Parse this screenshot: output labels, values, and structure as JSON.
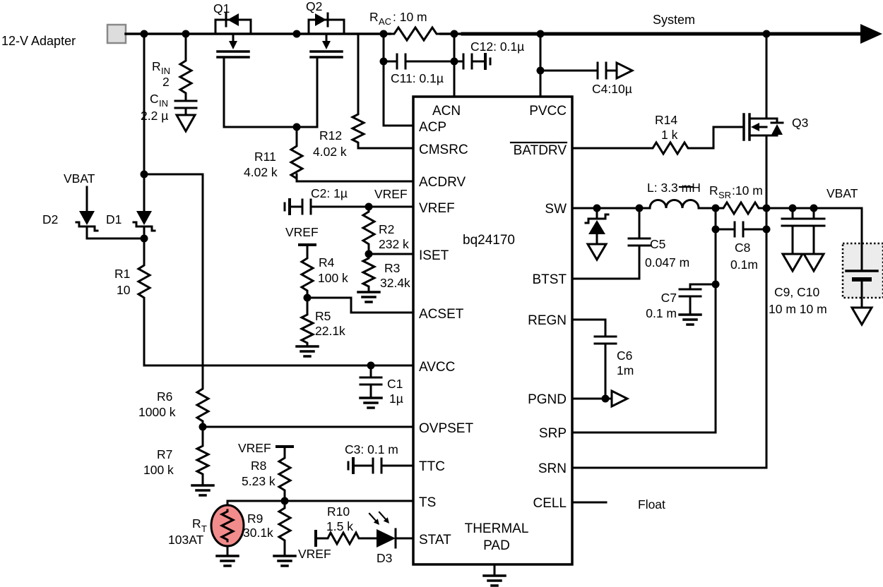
{
  "schematic": {
    "nets": {
      "adapter": "12-V Adapter",
      "system": "System",
      "vbat": "VBAT",
      "vref": "VREF",
      "float": "Float"
    },
    "ic": {
      "part": "bq24170",
      "thermal1": "THERMAL",
      "thermal2": "PAD",
      "pins_left": [
        "ACN",
        "ACP",
        "CMSRC",
        "ACDRV",
        "VREF",
        "ISET",
        "ACSET",
        "AVCC",
        "OVPSET",
        "TTC",
        "TS",
        "STAT"
      ],
      "pins_right": [
        "PVCC",
        "BATDRV",
        "SW",
        "BTST",
        "REGN",
        "PGND",
        "SRP",
        "SRN",
        "CELL"
      ]
    },
    "parts": {
      "q1": "Q1",
      "q2": "Q2",
      "q3": "Q3",
      "rin_ref": "R",
      "rin_sub": "IN",
      "rin_val": "2",
      "cin_ref": "C",
      "cin_sub": "IN",
      "cin_val": "2.2 µ",
      "rac_ref": "R",
      "rac_sub": "AC",
      "rac_val": ": 10 m",
      "c11": "C11: 0.1µ",
      "c12": "C12: 0.1µ",
      "c4": "C4:10µ",
      "r14_ref": "R14",
      "r14_val": "1 k",
      "r11_ref": "R11",
      "r11_val": "4.02 k",
      "r12_ref": "R12",
      "r12_val": "4.02 k",
      "c2": "C2: 1µ",
      "r2_ref": "R2",
      "r2_val": "232 k",
      "r3_ref": "R3",
      "r3_val": "32.4k",
      "r4_ref": "R4",
      "r4_val": "100 k",
      "r5_ref": "R5",
      "r5_val": "22.1k",
      "d1": "D1",
      "d2": "D2",
      "d3": "D3",
      "r1_ref": "R1",
      "r1_val": "10",
      "r6_ref": "R6",
      "r6_val": "1000 k",
      "r7_ref": "R7",
      "r7_val": "100 k",
      "r8_ref": "R8",
      "r8_val": "5.23 k",
      "r9_ref": "R9",
      "r9_val": "30.1k",
      "r10_ref": "R10",
      "r10_val": "1.5 k",
      "rt_ref": "R",
      "rt_sub": "T",
      "rt_val": "103AT",
      "c1_ref": "C1",
      "c1_val": "1µ",
      "c3": "C3: 0.1 m",
      "l_label": "L: 3.3 mH",
      "rsr_ref": "R",
      "rsr_sub": "SR",
      "rsr_val": ":10 m",
      "c5_ref": "C5",
      "c5_val": "0.047 m",
      "c6_ref": "C6",
      "c6_val": "1m",
      "c7_ref": "C7",
      "c7_val": "0.1 m",
      "c8_ref": "C8",
      "c8_val": "0.1m",
      "c9c10_ref": "C9, C10",
      "c9c10_val": "10 m 10 m"
    }
  }
}
